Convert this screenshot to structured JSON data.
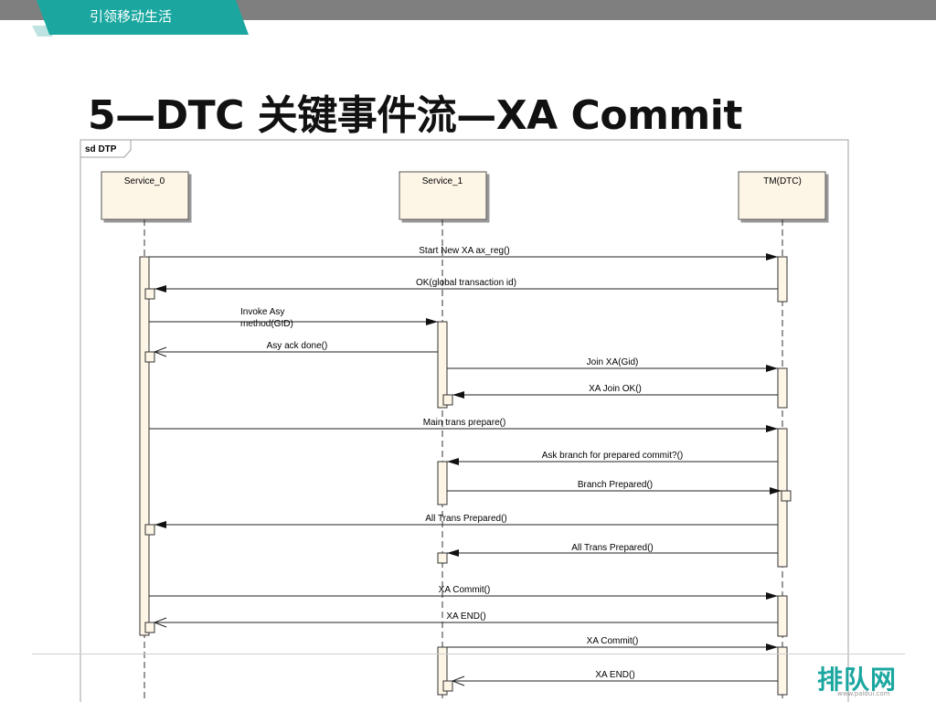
{
  "header": {
    "text": "引领移动生活",
    "accent_color": "#1ba7a0"
  },
  "title": "5—DTC 关键事件流—XA Commit",
  "diagram": {
    "frame_label": "sd DTP",
    "lifelines": [
      {
        "name": "Service_0"
      },
      {
        "name": "Service_1"
      },
      {
        "name": "TM(DTC)"
      }
    ],
    "messages": [
      {
        "from": "Service_0",
        "to": "TM(DTC)",
        "label": "Start New XA ax_reg()"
      },
      {
        "from": "TM(DTC)",
        "to": "Service_0",
        "label": "OK(global transaction id)"
      },
      {
        "from": "Service_0",
        "to": "Service_1",
        "label": "Invoke Asy method(GID)",
        "label_lines": [
          "Invoke Asy",
          "method(GID)"
        ]
      },
      {
        "from": "Service_1",
        "to": "Service_0",
        "label": "Asy ack done()",
        "reply": true
      },
      {
        "from": "Service_1",
        "to": "TM(DTC)",
        "label": "Join XA(Gid)"
      },
      {
        "from": "TM(DTC)",
        "to": "Service_1",
        "label": "XA Join OK()"
      },
      {
        "from": "Service_0",
        "to": "TM(DTC)",
        "label": "Main trans prepare()"
      },
      {
        "from": "TM(DTC)",
        "to": "Service_1",
        "label": "Ask branch for prepared commit?()"
      },
      {
        "from": "Service_1",
        "to": "TM(DTC)",
        "label": "Branch Prepared()"
      },
      {
        "from": "TM(DTC)",
        "to": "Service_0",
        "label": "All Trans Prepared()"
      },
      {
        "from": "TM(DTC)",
        "to": "Service_1",
        "label": "All Trans Prepared()"
      },
      {
        "from": "Service_0",
        "to": "TM(DTC)",
        "label": "XA Commit()"
      },
      {
        "from": "TM(DTC)",
        "to": "Service_0",
        "label": "XA END()",
        "reply": true
      },
      {
        "from": "Service_1",
        "to": "TM(DTC)",
        "label": "XA Commit()"
      },
      {
        "from": "TM(DTC)",
        "to": "Service_1",
        "label": "XA END()",
        "reply": true
      }
    ]
  },
  "logo": {
    "text": "排队网",
    "url": "www.paidui.com"
  }
}
